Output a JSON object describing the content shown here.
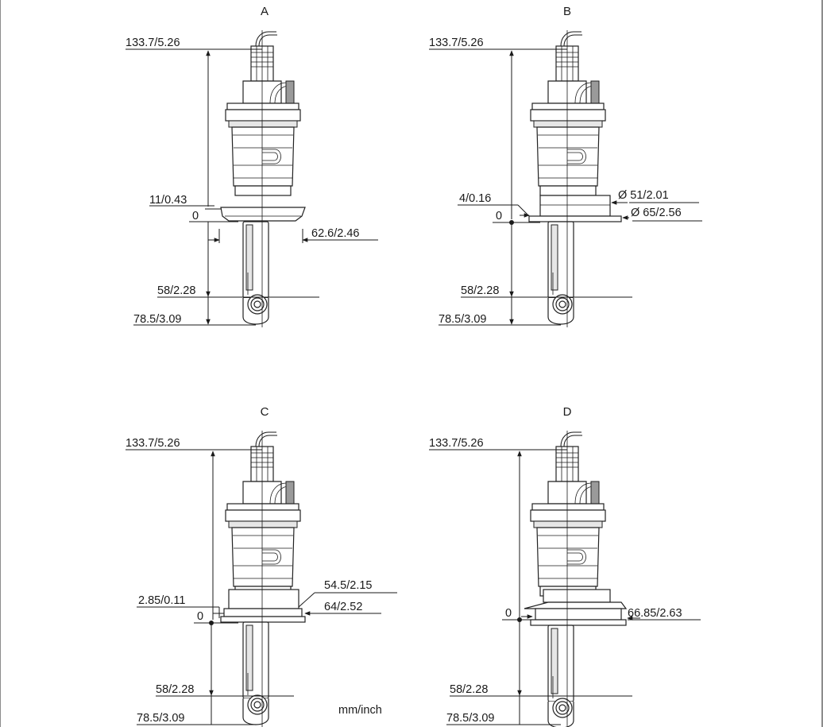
{
  "panels": [
    {
      "id": "A",
      "title": "A",
      "top_label": "133.7/5.26",
      "zero_label": "0",
      "ref_label": "11/0.43",
      "width_label": "62.6/2.46",
      "mid_label": "58/2.28",
      "bottom_label": "78.5/3.09"
    },
    {
      "id": "B",
      "title": "B",
      "top_label": "133.7/5.26",
      "zero_label": "0",
      "ref_label": "4/0.16",
      "diam_inner_label": "Ø 51/2.01",
      "diam_outer_label": "Ø 65/2.56",
      "mid_label": "58/2.28",
      "bottom_label": "78.5/3.09"
    },
    {
      "id": "C",
      "title": "C",
      "top_label": "133.7/5.26",
      "zero_label": "0",
      "ref_label": "2.85/0.11",
      "width1_label": "54.5/2.15",
      "width2_label": "64/2.52",
      "mid_label": "58/2.28",
      "bottom_label": "78.5/3.09"
    },
    {
      "id": "D",
      "title": "D",
      "top_label": "133.7/5.26",
      "zero_label": "0",
      "width_label": "66.85/2.63",
      "mid_label": "58/2.28",
      "bottom_label": "78.5/3.09"
    }
  ],
  "units_label": "mm/inch"
}
